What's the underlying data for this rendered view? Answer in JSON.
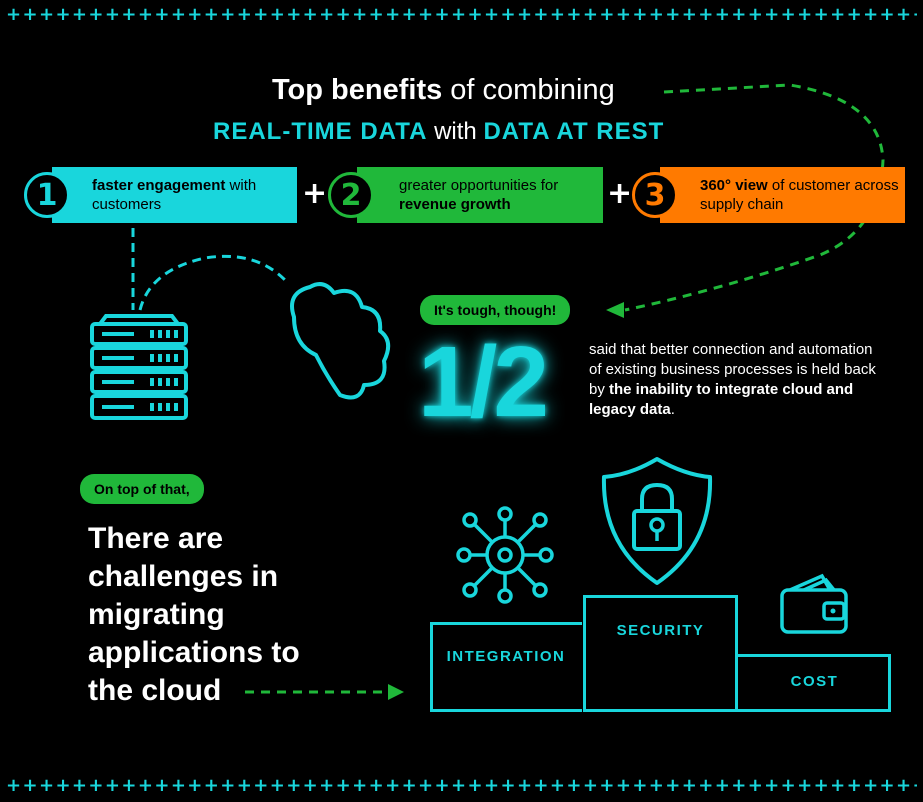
{
  "border_glyphs": "++++++++++++++++++++++++++++++++++++++++++++++++++++++++++++++++++++++++",
  "title": {
    "bold": "Top benefits",
    "rest": " of combining",
    "line2_a": "REAL-TIME DATA",
    "line2_mid": " with ",
    "line2_b": "DATA AT REST"
  },
  "benefits": [
    {
      "num": "1",
      "bold": "faster engagement",
      "text_after": " with customers",
      "text_before": "",
      "color": "#19d6dc"
    },
    {
      "num": "2",
      "text_before": "greater opportunities for ",
      "bold": "revenue growth",
      "text_after": "",
      "color": "#20b83a"
    },
    {
      "num": "3",
      "bold": "360° view",
      "text_after": " of customer across supply chain",
      "text_before": "",
      "color": "#ff7a00"
    }
  ],
  "plus_sign": "+",
  "tough_pill": "It's tough, though!",
  "stat": {
    "value": "1/2",
    "text_before": "said that better connection and automation of existing business processes is held back by ",
    "bold": "the inability to integrate cloud and legacy data",
    "text_after": "."
  },
  "ontop_pill": "On top of that,",
  "challenge_heading": "There are challenges in migrating applications to the cloud",
  "podium": {
    "integration": "INTEGRATION",
    "security": "SECURITY",
    "cost": "COST"
  },
  "colors": {
    "cyan": "#19d6dc",
    "green": "#20b83a",
    "orange": "#ff7a00"
  },
  "icons": [
    "server-icon",
    "cloud-icon",
    "network-hub-icon",
    "security-shield-icon",
    "wallet-icon"
  ]
}
